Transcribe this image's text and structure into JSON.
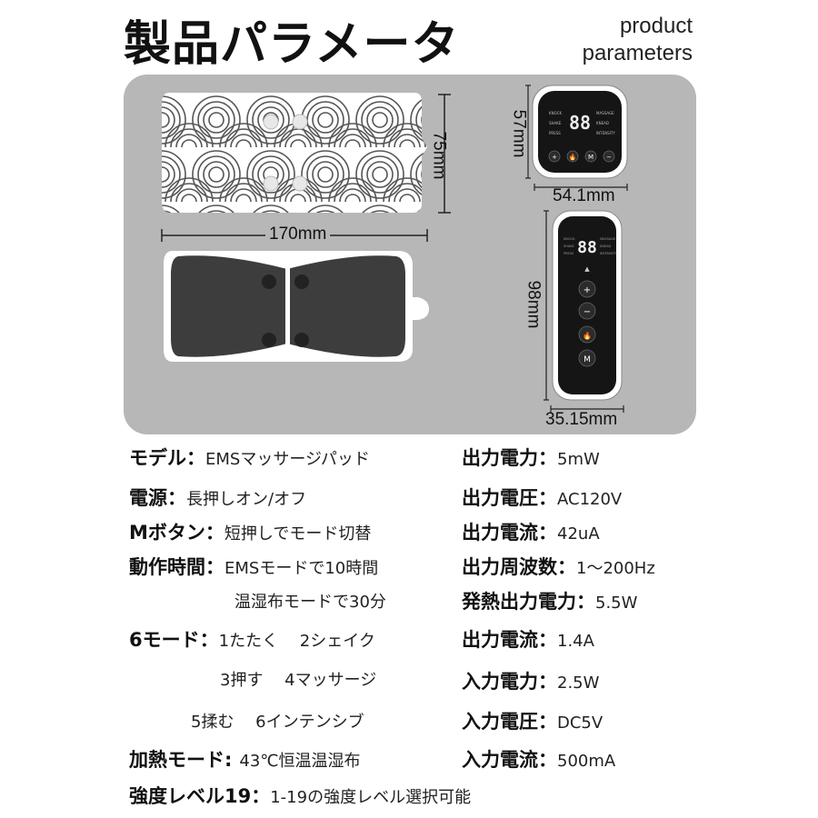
{
  "header": {
    "title": "製品パラメータ",
    "subtitle_line1": "product",
    "subtitle_line2": "parameters"
  },
  "dimensions": {
    "pad_width": "170mm",
    "pad_height": "75mm",
    "remote_small_height": "57mm",
    "remote_small_width": "54.1mm",
    "remote_large_height": "98mm",
    "remote_large_width": "35.15mm"
  },
  "remote_small_labels": [
    "KNOCK",
    "MASSAGE",
    "SHAKE",
    "KNEAD",
    "PRESS",
    "INTENSITY"
  ],
  "specs_left": [
    {
      "key": "モデル",
      "sep": "：",
      "value": "EMSマッサージパッド"
    },
    {
      "key": "電源",
      "sep": "：",
      "value": "長押しオン/オフ"
    },
    {
      "key": "Mボタン",
      "sep": "：",
      "value": "短押しでモード切替"
    },
    {
      "key": "動作時間",
      "sep": "：",
      "value": "EMSモードで10時間"
    },
    {
      "key": "",
      "sep": "",
      "value": "温湿布モードで30分"
    },
    {
      "key": "6モード",
      "sep": "：",
      "value": "1たたく　 2シェイク"
    },
    {
      "key": "",
      "sep": "",
      "value": "3押す　 4マッサージ"
    },
    {
      "key": "",
      "sep": "",
      "value": "5揉む　 6インテンシブ"
    },
    {
      "key": "加熱モード:",
      "sep": "",
      "value": "43℃恒温温湿布"
    },
    {
      "key": "強度レベル19",
      "sep": "：",
      "value": "1-19の強度レベル選択可能"
    }
  ],
  "specs_right": [
    {
      "key": "出力電力",
      "sep": "：",
      "value": "5mW"
    },
    {
      "key": "出力電圧",
      "sep": "：",
      "value": "AC120V"
    },
    {
      "key": "出力電流",
      "sep": "：",
      "value": "42uA"
    },
    {
      "key": "出力周波数",
      "sep": "：",
      "value": "1～200Hz"
    },
    {
      "key": "発熱出力電力",
      "sep": "：",
      "value": "5.5W"
    },
    {
      "key": "出力電流",
      "sep": "：",
      "value": "1.4A"
    },
    {
      "key": "入力電力",
      "sep": "：",
      "value": "2.5W"
    },
    {
      "key": "入力電圧",
      "sep": "：",
      "value": "DC5V"
    },
    {
      "key": "入力電流",
      "sep": "：",
      "value": "500mA"
    }
  ],
  "remote_buttons": {
    "plus": "+",
    "minus": "−",
    "mode": "M"
  },
  "display_digits": "88",
  "colors": {
    "panel": "#b7b7b7",
    "device_dark": "#3d3d3d",
    "remote_black": "#151515"
  }
}
